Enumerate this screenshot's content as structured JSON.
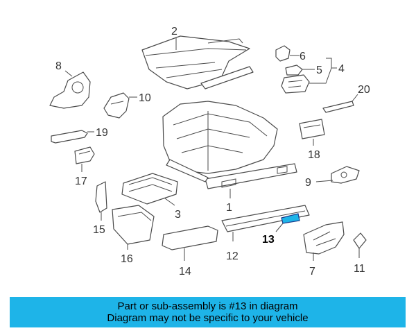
{
  "callouts": {
    "c1": "1",
    "c2": "2",
    "c3": "3",
    "c4": "4",
    "c5": "5",
    "c6": "6",
    "c7": "7",
    "c8": "8",
    "c9": "9",
    "c10": "10",
    "c11": "11",
    "c12": "12",
    "c13": "13",
    "c14": "14",
    "c15": "15",
    "c16": "16",
    "c17": "17",
    "c18": "18",
    "c19": "19",
    "c20": "20"
  },
  "highlight": {
    "part_number": "13",
    "color": "#1eb4e8"
  },
  "banner": {
    "line1": "Part or sub-assembly is #13 in diagram",
    "line2": "Diagram may not be specific to your vehicle",
    "background": "#1eb4e8"
  }
}
